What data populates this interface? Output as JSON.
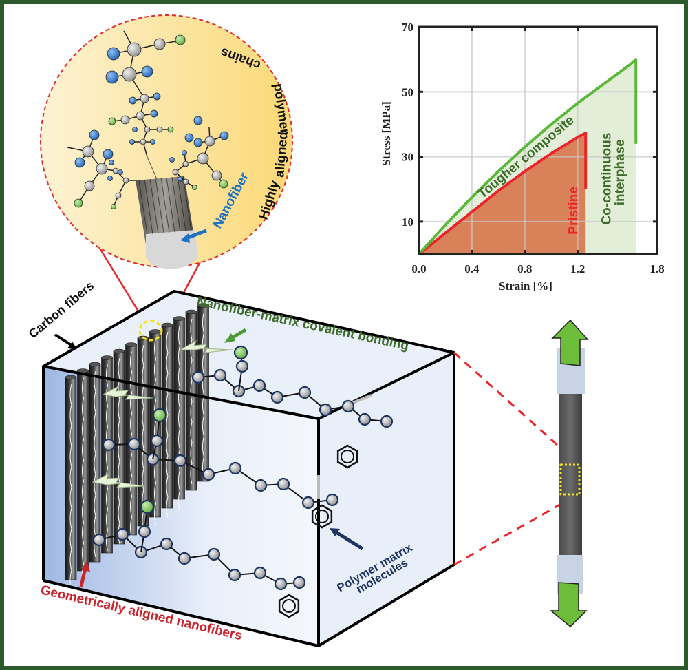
{
  "figure": {
    "frame_color": "#2c5a2a",
    "inset_labels": {
      "polymer_chains": "Highly aligned polymer chains",
      "highly": "Highly",
      "aligned": "aligned",
      "polymer": "polymer",
      "chains": "chains",
      "nanofiber": "Nanofiber"
    },
    "box_labels": {
      "carbon_fibers": "Carbon fibers",
      "covalent_bonding": "Nanofiber-matrix covalent bonding",
      "aligned_nanofibers": "Geometrically aligned nanofibers",
      "polymer_matrix_line1": "Polymer matrix",
      "polymer_matrix_line2": "molecules"
    },
    "colors": {
      "green_text": "#3d6b2a",
      "red_text": "#c8242b",
      "blue_text": "#1f72c2",
      "navy_text": "#1f3561",
      "inset_bg": "#fde9a8",
      "box_face": "#e7eef8"
    }
  },
  "chart_data": {
    "type": "line",
    "title": "",
    "xlabel": "Strain [%]",
    "ylabel": "Stress [MPa]",
    "xlim": [
      0,
      1.8
    ],
    "ylim": [
      0,
      70
    ],
    "xticks": [
      "0.0",
      "0.4",
      "0.8",
      "1.2",
      "1.8"
    ],
    "xtick_values": [
      0,
      0.4,
      0.8,
      1.2,
      1.8
    ],
    "yticks": [
      "10",
      "30",
      "50",
      "70"
    ],
    "ytick_values": [
      10,
      30,
      50,
      70
    ],
    "grid": true,
    "series": [
      {
        "name": "Pristine",
        "color": "#e8262b",
        "fill": "#d9825a",
        "x": [
          0,
          0.2,
          0.4,
          0.6,
          0.8,
          1.0,
          1.1,
          1.2,
          1.26,
          1.26
        ],
        "y": [
          0,
          6.5,
          13,
          19.5,
          25.5,
          31,
          33.5,
          36,
          37.3,
          20
        ]
      },
      {
        "name": "Tougher composite",
        "color": "#5cb83a",
        "fill": "#e3eed8",
        "x": [
          0,
          0.2,
          0.4,
          0.6,
          0.8,
          1.0,
          1.2,
          1.4,
          1.6,
          1.64,
          1.64
        ],
        "y": [
          0,
          9,
          17.5,
          25.5,
          33,
          40,
          46.5,
          52.5,
          58.5,
          60,
          34
        ]
      }
    ],
    "annotations": [
      {
        "text": "Tougher composite",
        "color": "#3d6b2a"
      },
      {
        "text": "Pristine",
        "color": "#e8262b"
      },
      {
        "text": "Co-continuous",
        "color": "#3d6b2a"
      },
      {
        "text": "interphase",
        "color": "#3d6b2a"
      }
    ]
  }
}
